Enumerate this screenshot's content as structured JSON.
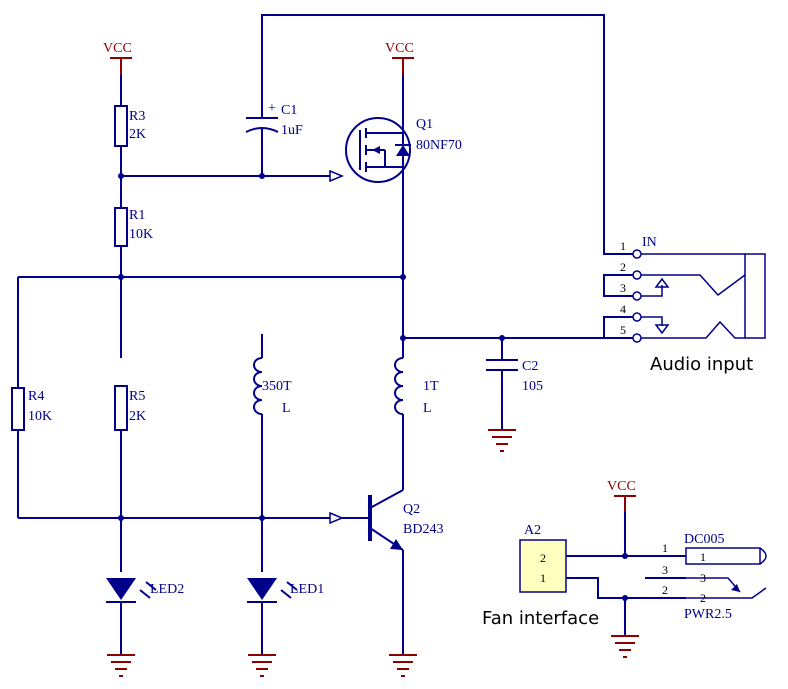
{
  "labels": {
    "vcc_r3": "VCC",
    "vcc_q1": "VCC",
    "vcc_fan": "VCC",
    "r3_ref": "R3",
    "r3_val": "2K",
    "r1_ref": "R1",
    "r1_val": "10K",
    "r4_ref": "R4",
    "r4_val": "10K",
    "r5_ref": "R5",
    "r5_val": "2K",
    "c1_ref": "C1",
    "c1_val": "1uF",
    "c2_ref": "C2",
    "c2_val": "105",
    "q1_ref": "Q1",
    "q1_val": "80NF70",
    "q2_ref": "Q2",
    "q2_val": "BD243",
    "l_big_turns": "350T",
    "l_big_ref": "L",
    "l_small_turns": "1T",
    "l_small_ref": "L",
    "led2": "LED2",
    "led1": "LED1",
    "jack_in": "IN",
    "a2_ref": "A2",
    "dc_ref": "DC005",
    "dc_val": "PWR2.5"
  },
  "jack_pins": [
    "1",
    "2",
    "3",
    "4",
    "5"
  ],
  "a2_pins": [
    "2",
    "1"
  ],
  "dc_pins_outer": [
    "1",
    "3",
    "2"
  ],
  "dc_pins_inner": [
    "1",
    "3",
    "2"
  ],
  "annotations": {
    "audio_input": "Audio input",
    "fan_interface": "Fan interface"
  },
  "colors": {
    "wire": "#00008b",
    "power": "#8b0000",
    "connector_fill": "#ffffc0"
  }
}
